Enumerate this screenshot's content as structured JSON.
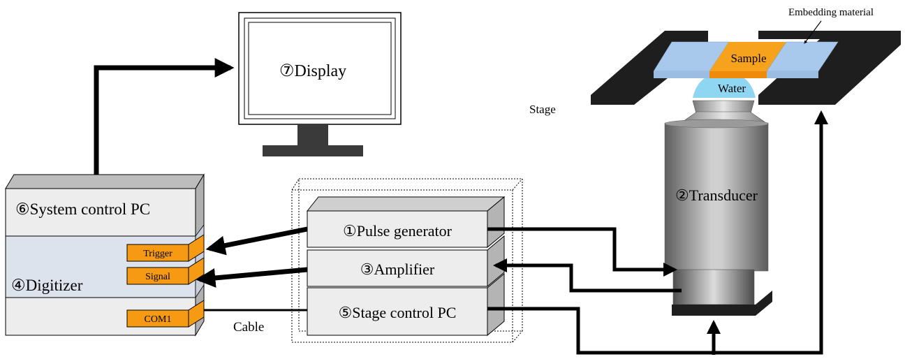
{
  "labels": {
    "display": "⑦Display",
    "system_pc": "⑥System control PC",
    "digitizer": "④Digitizer",
    "trigger": "Trigger",
    "signal": "Signal",
    "com1": "COM1",
    "cable": "Cable",
    "pulse_generator": "①Pulse generator",
    "amplifier": "③Amplifier",
    "stage_pc": "⑤Stage control PC",
    "transducer": "②Transducer",
    "stage": "Stage",
    "water": "Water",
    "sample": "Sample",
    "embedding": "Embedding material"
  },
  "colors": {
    "port_orange": "#f59a12",
    "sample_orange": "#f7a21c",
    "embedding_blue": "#a8c8ec",
    "water_blue": "#8fd6f3",
    "digitizer_band": "#dde3ec",
    "box_face": "#ededed",
    "box_side": "#b4b4b4",
    "stage_black": "#1e1e1e"
  }
}
